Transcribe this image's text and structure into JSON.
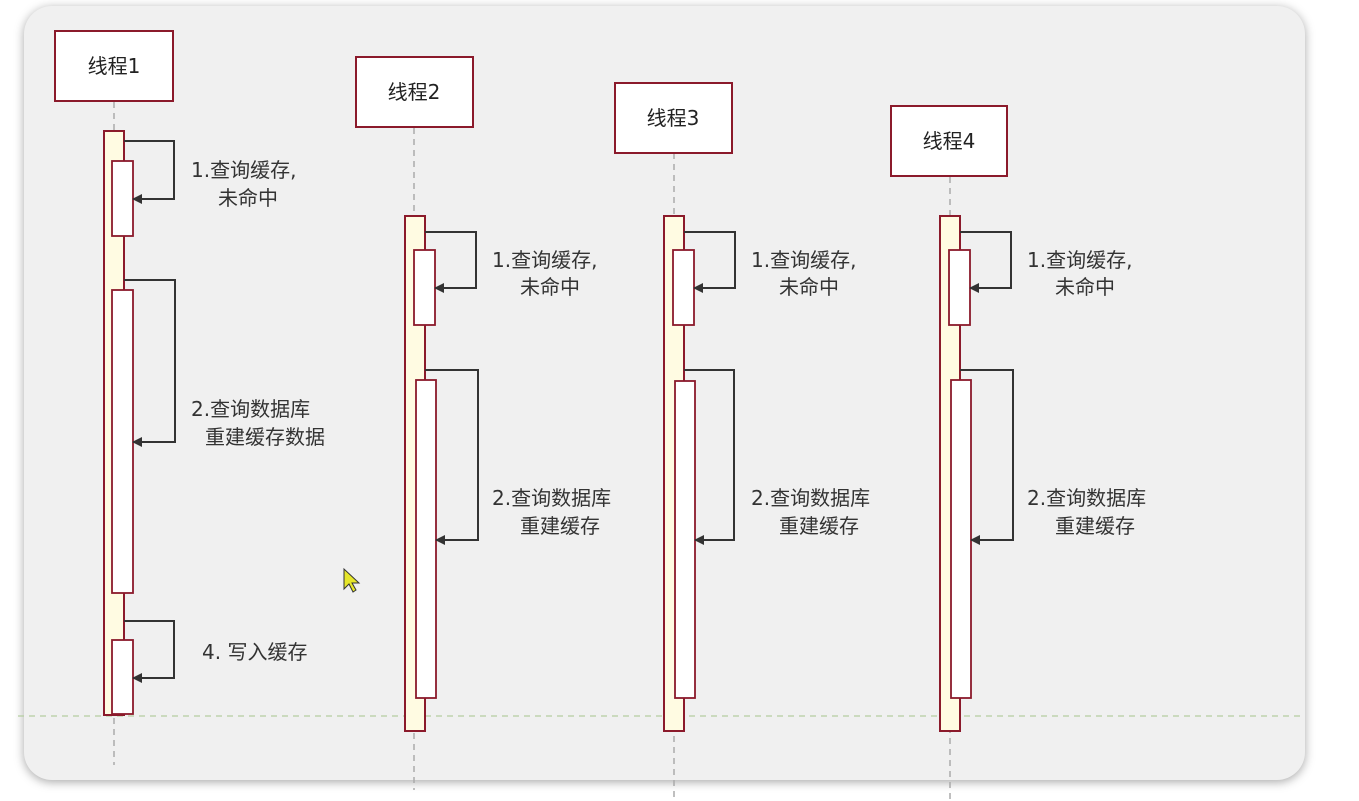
{
  "threads": [
    {
      "name": "线程1",
      "steps": [
        {
          "lines": [
            "1.查询缓存,",
            "未命中"
          ]
        },
        {
          "lines": [
            "2.查询数据库",
            "重建缓存数据"
          ]
        },
        {
          "lines": [
            "4. 写入缓存"
          ]
        }
      ]
    },
    {
      "name": "线程2",
      "steps": [
        {
          "lines": [
            "1.查询缓存,",
            "未命中"
          ]
        },
        {
          "lines": [
            "2.查询数据库",
            "重建缓存"
          ]
        }
      ]
    },
    {
      "name": "线程3",
      "steps": [
        {
          "lines": [
            "1.查询缓存,",
            "未命中"
          ]
        },
        {
          "lines": [
            "2.查询数据库",
            "重建缓存"
          ]
        }
      ]
    },
    {
      "name": "线程4",
      "steps": [
        {
          "lines": [
            "1.查询缓存,",
            "未命中"
          ]
        },
        {
          "lines": [
            "2.查询数据库",
            "重建缓存"
          ]
        }
      ]
    }
  ],
  "colors": {
    "box_border": "#8b1a2b",
    "activation_fill": "#fffbe2",
    "inner_fill": "#ffffff",
    "arrow": "#333333",
    "lifeline": "#aaaaaa",
    "guide_line": "#b5cda0"
  }
}
